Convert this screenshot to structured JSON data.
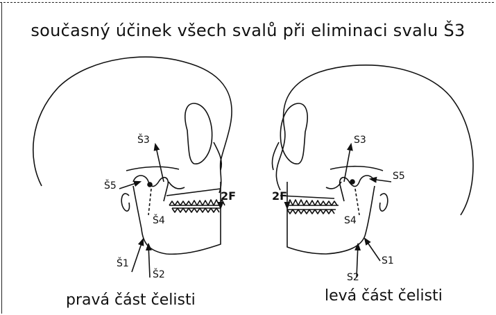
{
  "title": "současný účinek všech svalů při eliminaci svalu Š3",
  "captions": {
    "left": "pravá část čelisti",
    "right": "levá část čelisti"
  },
  "labels": {
    "left": {
      "s3": "Š3",
      "s5": "Š5",
      "s4": "Š4",
      "s1": "Š1",
      "s2": "Š2",
      "f2": "2F"
    },
    "right": {
      "s3": "S3",
      "s5": "S5",
      "s4": "S4",
      "s1": "S1",
      "s2": "S2",
      "f2": "2F"
    }
  }
}
